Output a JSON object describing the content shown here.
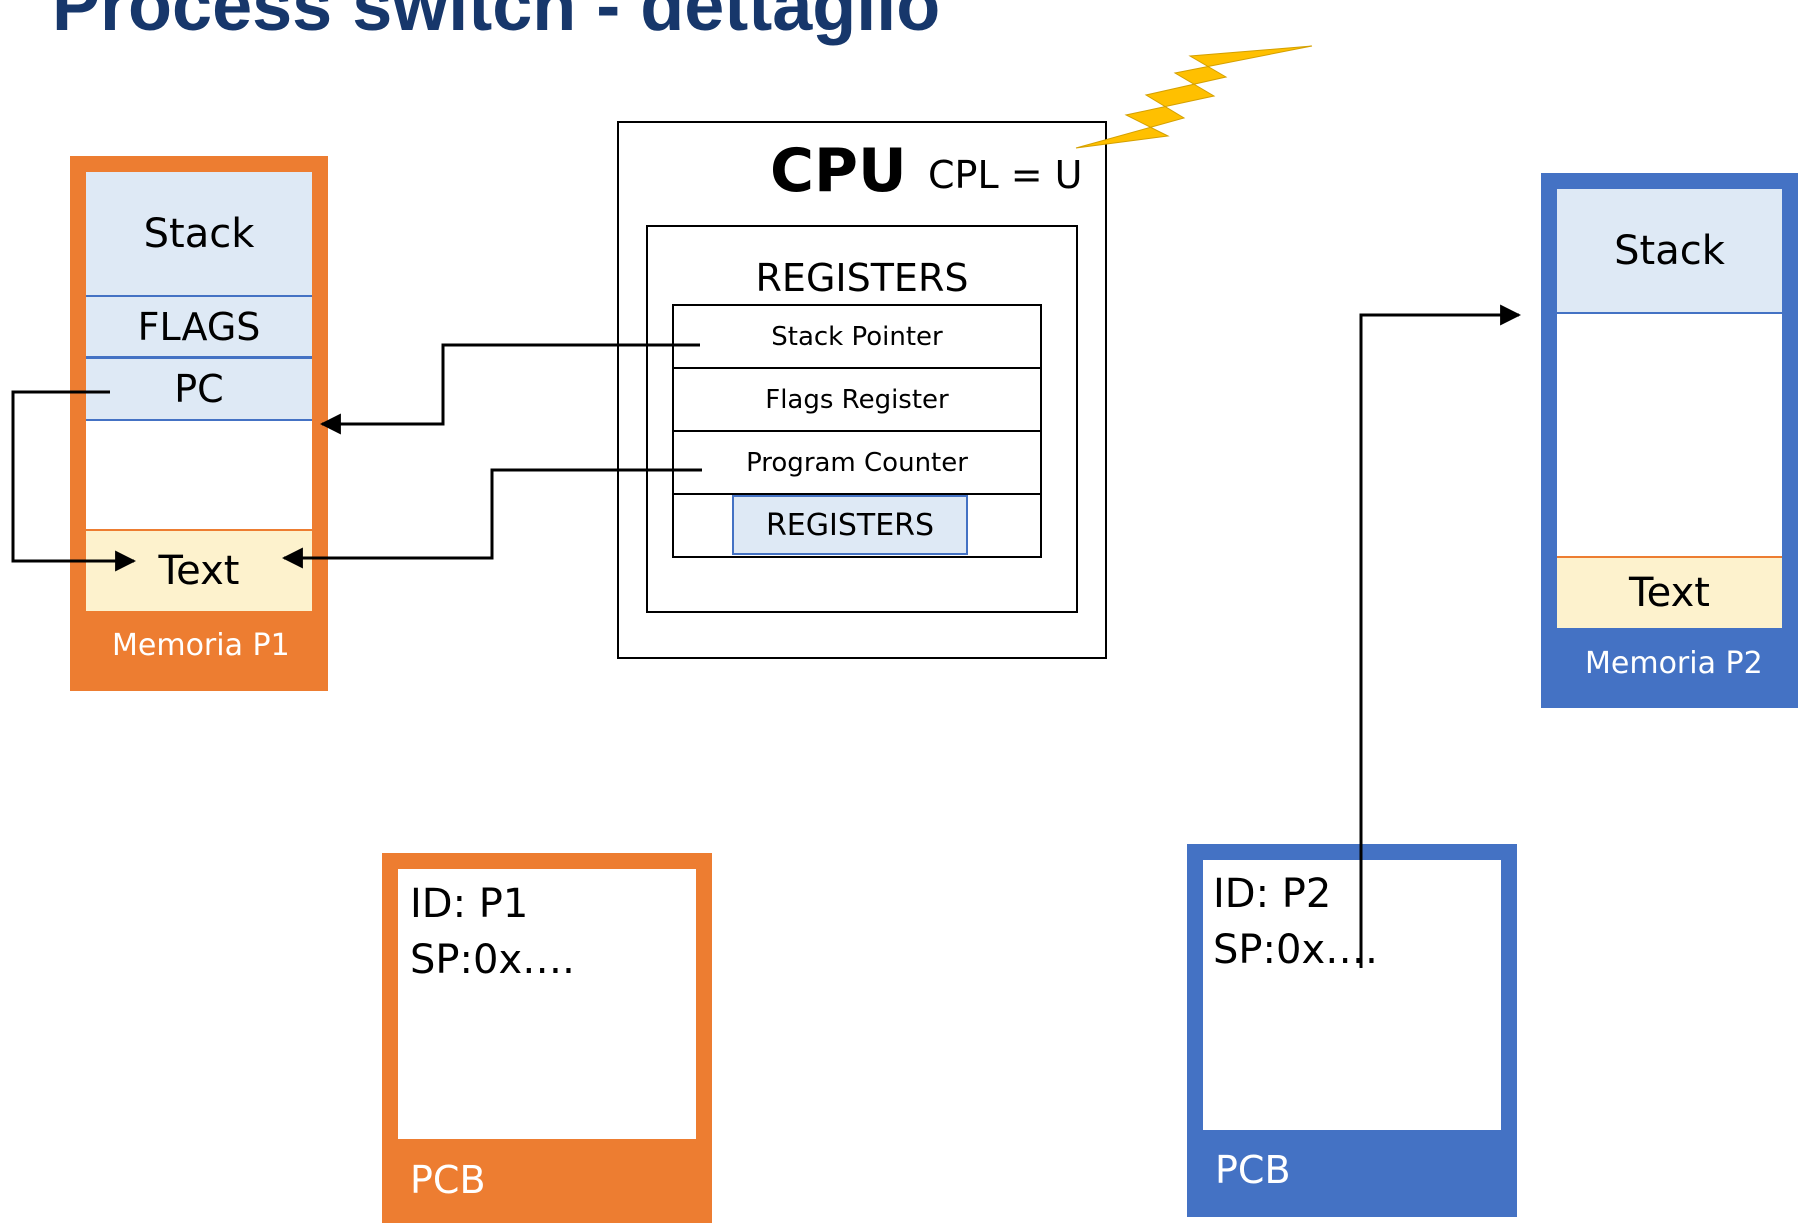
{
  "title": "Process switch - dettaglio",
  "cpu": {
    "label": "CPU",
    "cpl": "CPL = U",
    "registers_title": "REGISTERS",
    "rows": [
      "Stack Pointer",
      "Flags Register",
      "Program Counter"
    ],
    "inner_registers": "REGISTERS"
  },
  "memory_p1": {
    "segments": [
      "Stack",
      "FLAGS",
      "PC",
      "Text"
    ],
    "label": "Memoria P1"
  },
  "memory_p2": {
    "segments": [
      "Stack",
      "Text"
    ],
    "label": "Memoria P2"
  },
  "pcb_p1": {
    "id": "ID: P1",
    "sp": "SP:0x….",
    "label": "PCB"
  },
  "pcb_p2": {
    "id": "ID: P2",
    "sp": "SP:0x….",
    "label": "PCB"
  },
  "colors": {
    "orange": "#ed7d31",
    "blue": "#4472c4",
    "title": "#17376b",
    "bolt": "#ffc000",
    "segment_blue": "#dee9f5",
    "segment_yellow": "#fdf2cd"
  }
}
